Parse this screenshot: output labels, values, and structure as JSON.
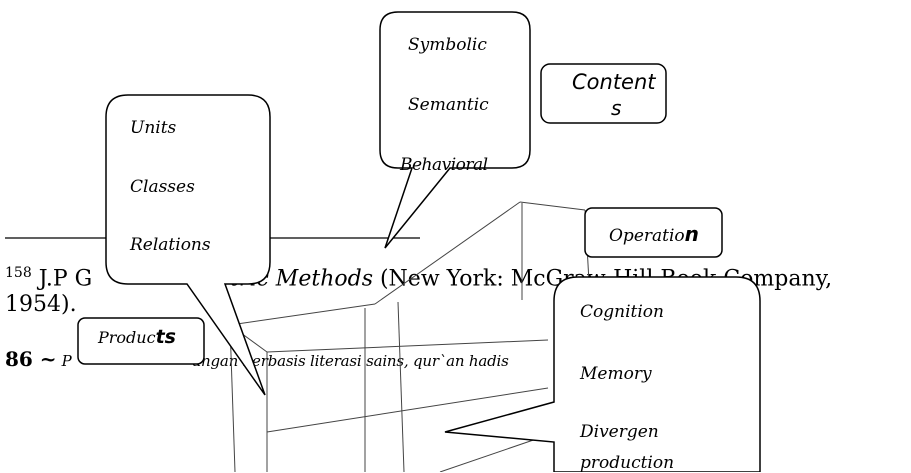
{
  "contents": {
    "label": "Contents",
    "label_part1": "Content",
    "label_part2": "s",
    "items": [
      "Symbolic",
      "Semantic",
      "Behavioral"
    ]
  },
  "products": {
    "label": "Products",
    "label_part1": "Produc",
    "label_part2": "ts",
    "items": [
      "Units",
      "Classes",
      "Relations"
    ]
  },
  "operations": {
    "label": "Operation",
    "label_part1": "Operatio",
    "label_part2": "n",
    "items": [
      "Cognition",
      "Memory",
      "Divergen production"
    ],
    "item3_line1": "Divergen",
    "item3_line2": "production"
  },
  "footnote": {
    "number": "158",
    "author_visible": "J.P G",
    "title_fragment": "metric Methods",
    "publisher": " (New York: McGraw-Hill Book Company,",
    "year": "1954)."
  },
  "page_footer": {
    "page_number": "86 ~",
    "runner_start": "P",
    "runner_fragment": "ungan berbasis  literasi sains, qur`an hadis"
  }
}
